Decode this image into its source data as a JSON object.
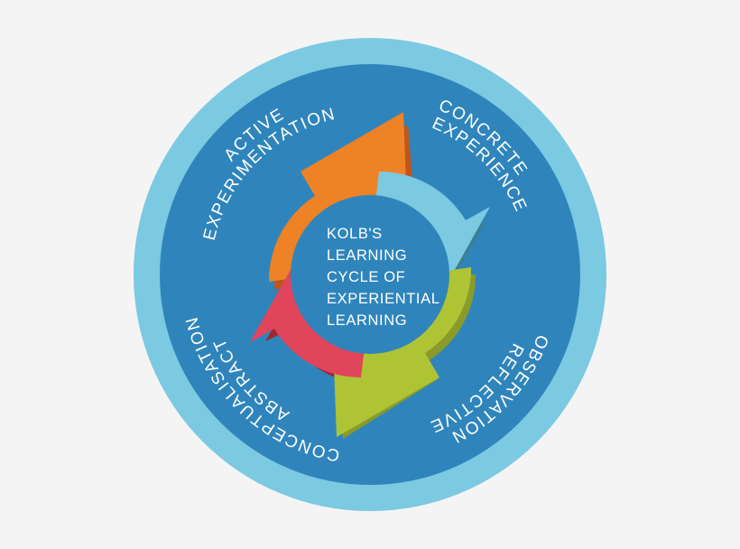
{
  "diagram": {
    "title_lines": [
      "KOLB'S",
      "LEARNING",
      "CYCLE OF",
      "EXPERIENTIAL",
      "LEARNING"
    ],
    "stages": [
      {
        "id": "active-experimentation",
        "label_lines": [
          "ACTIVE",
          "EXPERIMENTATION"
        ],
        "arrow_color": "#ee8226",
        "arrow_shadow": "#c0561c",
        "position": "top-left",
        "direction": "clockwise"
      },
      {
        "id": "concrete-experience",
        "label_lines": [
          "CONCRETE",
          "EXPERIENCE"
        ],
        "arrow_color": "#7cc9e2",
        "arrow_shadow": "#3d7e90",
        "position": "top-right",
        "direction": "clockwise"
      },
      {
        "id": "reflective-observation",
        "label_lines": [
          "REFLECTIVE",
          "OBSERVATION"
        ],
        "arrow_color": "#afc434",
        "arrow_shadow": "#8a9a2b",
        "position": "bottom-right",
        "direction": "clockwise"
      },
      {
        "id": "abstract-conceptualisation",
        "label_lines": [
          "ABSTRACT",
          "CONCEPTUALISATION"
        ],
        "arrow_color": "#e0455c",
        "arrow_shadow": "#9e2733",
        "position": "bottom-left",
        "direction": "clockwise"
      }
    ],
    "colors": {
      "background": "#f4f4f4",
      "outer_ring": "#7cc9e2",
      "label_ring": "#2f85bb",
      "center_disc": "#2f85bb",
      "text": "#ffffff"
    }
  }
}
